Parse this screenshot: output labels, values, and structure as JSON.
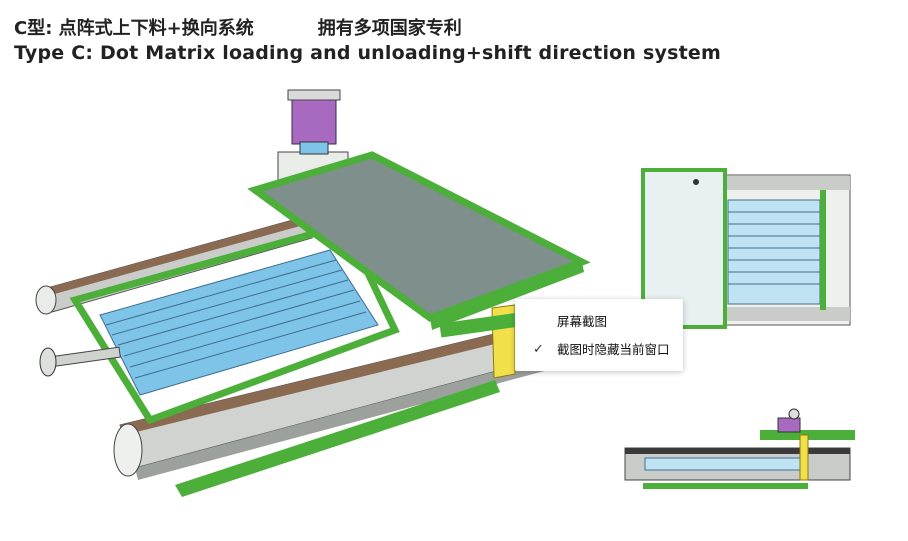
{
  "header": {
    "title_cn": "C型: 点阵式上下料+换向系统",
    "patent_cn": "拥有多项国家专利",
    "title_en": "Type C:  Dot Matrix loading and unloading+shift direction system"
  },
  "context_menu": {
    "items": [
      {
        "label": "屏幕截图",
        "checked": false
      },
      {
        "label": "截图时隐藏当前窗口",
        "checked": true
      }
    ],
    "check_glyph": "✓"
  },
  "colors": {
    "frame_green": "#4caf3a",
    "roller_blue": "#7ec3e8",
    "rail_brown": "#8a6a50",
    "bracket_yellow": "#f1e04a",
    "gripper_purple": "#a86ac0",
    "plate_gray": "#7f8f8c"
  }
}
